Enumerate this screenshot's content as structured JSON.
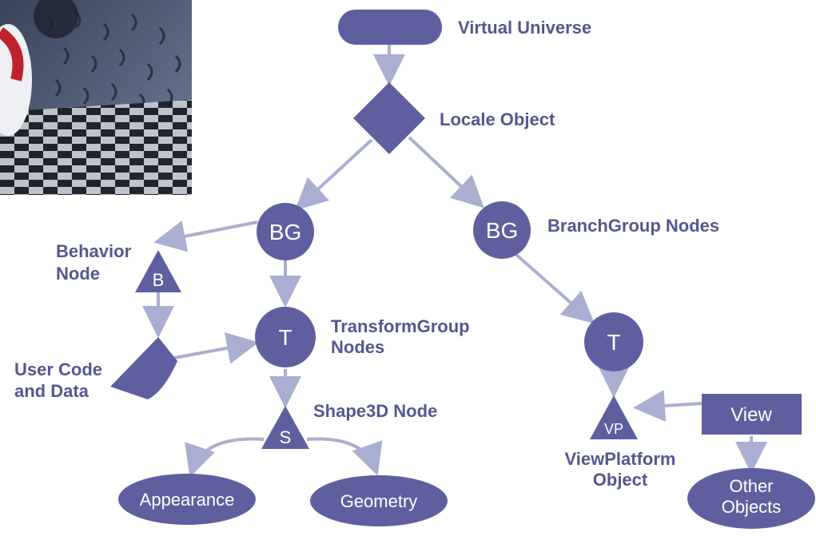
{
  "photo": {
    "description_icon": "render-photo"
  },
  "colors": {
    "node": "#5f5fa0",
    "edge": "#aaaed0",
    "label": "#55578f"
  },
  "nodes": {
    "virtual_universe": "Virtual Universe",
    "locale": "Locale Object",
    "bg_left": "BG",
    "bg_right": "BG",
    "branchgroup_label": "BranchGroup Nodes",
    "behavior_label_1": "Behavior",
    "behavior_label_2": "Node",
    "behavior_symbol": "B",
    "t_left": "T",
    "t_right": "T",
    "transformgroup_label_1": "TransformGroup",
    "transformgroup_label_2": "Nodes",
    "usercode_label_1": "User Code",
    "usercode_label_2": "and Data",
    "shape3d_symbol": "S",
    "shape3d_label": "Shape3D Node",
    "appearance": "Appearance",
    "geometry": "Geometry",
    "vp_symbol": "VP",
    "viewplatform_label_1": "ViewPlatform",
    "viewplatform_label_2": "Object",
    "view": "View",
    "other_objects_1": "Other",
    "other_objects_2": "Objects"
  }
}
